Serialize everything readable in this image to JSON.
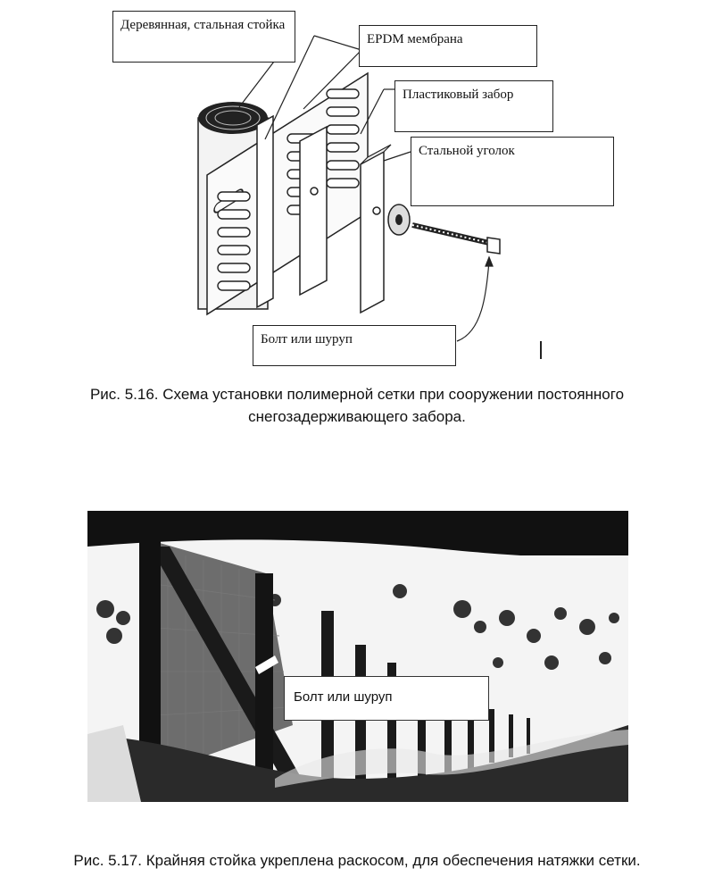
{
  "figure1": {
    "labels": {
      "post": "Деревянная, стальная стойка",
      "membrane": "EPDM мембрана",
      "fence": "Пластиковый забор",
      "angle": "Стальной уголок",
      "bolt": "Болт или шуруп"
    },
    "caption_line1": "Рис. 5.16.  Схема установки полимерной сетки при сооружении постоянного",
    "caption_line2": "снегозадерживающего забора."
  },
  "figure2": {
    "bolt_label": "Болт или шуруп",
    "caption": "Рис. 5.17. Крайняя стойка укреплена раскосом, для обеспечения натяжки сетки."
  }
}
